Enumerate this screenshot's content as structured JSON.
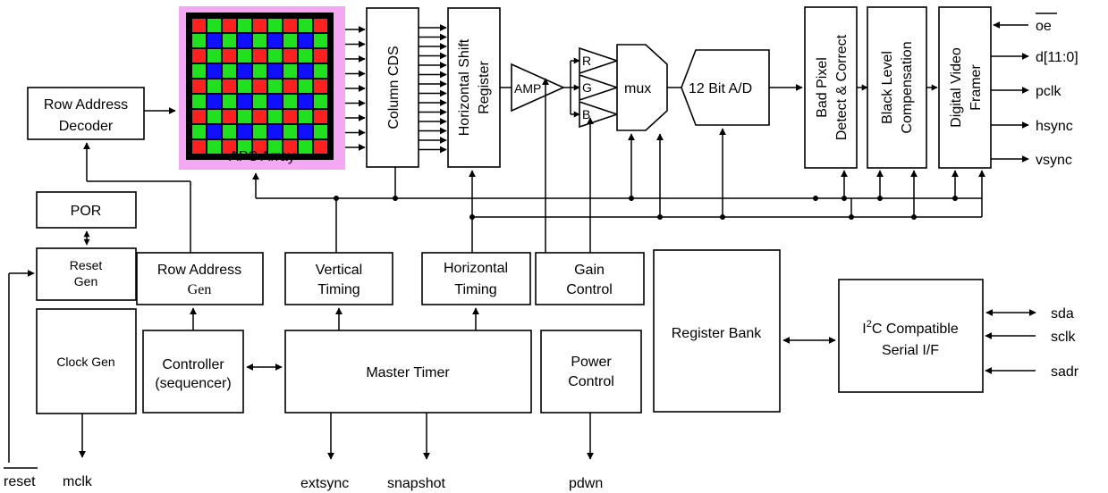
{
  "colors": {
    "aps_border": "#f4a8f4",
    "pixel_red": "#ff2020",
    "pixel_green": "#20e020",
    "pixel_blue": "#1010ff",
    "pixel_grid": "#000000"
  },
  "blocks": {
    "aps_array": "APS Array",
    "row_address_decoder": [
      "Row Address",
      "Decoder"
    ],
    "column_cds": "Column CDS",
    "horizontal_shift_register": [
      "Horizontal Shift",
      "Register"
    ],
    "amp": "AMP",
    "channel_r": "R",
    "channel_g": "G",
    "channel_b": "B",
    "mux": "mux",
    "adc": "12 Bit A/D",
    "bad_pixel": [
      "Bad Pixel",
      "Detect & Correct"
    ],
    "black_level": [
      "Black Level",
      "Compensation"
    ],
    "video_framer": [
      "Digital Video",
      "Framer"
    ],
    "por": "POR",
    "reset_gen": [
      "Reset",
      "Gen"
    ],
    "row_address_gen": [
      "Row Address",
      "Gen"
    ],
    "vertical_timing": [
      "Vertical",
      "Timing"
    ],
    "horizontal_timing": [
      "Horizontal",
      "Timing"
    ],
    "gain_control": [
      "Gain",
      "Control"
    ],
    "register_bank": "Register Bank",
    "i2c_prefix": "I",
    "i2c_sup": "2",
    "i2c_rest": "C Compatible",
    "serial_if": "Serial I/F",
    "clock_gen": "Clock Gen",
    "controller": [
      "Controller",
      "(sequencer)"
    ],
    "master_timer": "Master Timer",
    "power_control": [
      "Power",
      "Control"
    ]
  },
  "pins": {
    "oe": "oe",
    "d": "d[11:0]",
    "pclk": "pclk",
    "hsync": "hsync",
    "vsync": "vsync",
    "sda": "sda",
    "sclk": "sclk",
    "sadr": "sadr",
    "reset": "reset",
    "mclk": "mclk",
    "extsync": "extsync",
    "snapshot": "snapshot",
    "pdwn": "pdwn"
  }
}
